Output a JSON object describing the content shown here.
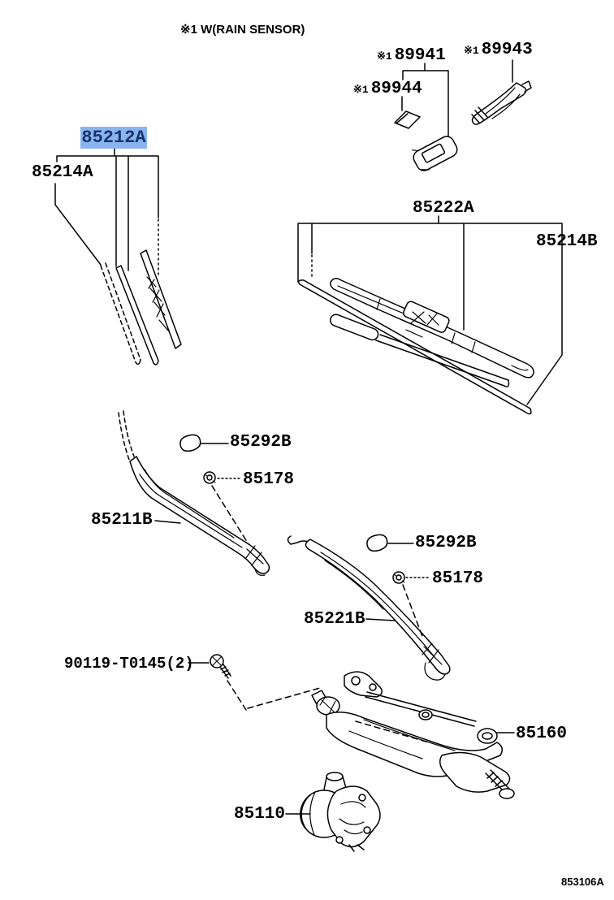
{
  "note": "※1 W(RAIN SENSOR)",
  "diagram_code": "853106A",
  "colors": {
    "highlight_bg": "#89B4F0",
    "highlight_text": "#17336B",
    "line": "#000000"
  },
  "labels": {
    "l89941": {
      "prefix": "※1",
      "text": "89941"
    },
    "l89943": {
      "prefix": "※1",
      "text": "89943"
    },
    "l89944": {
      "prefix": "※1",
      "text": "89944"
    },
    "l85212a": {
      "text": "85212A",
      "highlighted": true
    },
    "l85214a": {
      "text": "85214A"
    },
    "l85222a": {
      "text": "85222A"
    },
    "l85214b": {
      "text": "85214B"
    },
    "l85292b_left": {
      "text": "85292B"
    },
    "l85178_left": {
      "text": "85178"
    },
    "l85211b": {
      "text": "85211B"
    },
    "l85292b_right": {
      "text": "85292B"
    },
    "l85178_right": {
      "text": "85178"
    },
    "l85221b": {
      "text": "85221B"
    },
    "l90119": {
      "text": "90119-T0145(2)"
    },
    "l85160": {
      "text": "85160"
    },
    "l85110": {
      "text": "85110"
    }
  }
}
